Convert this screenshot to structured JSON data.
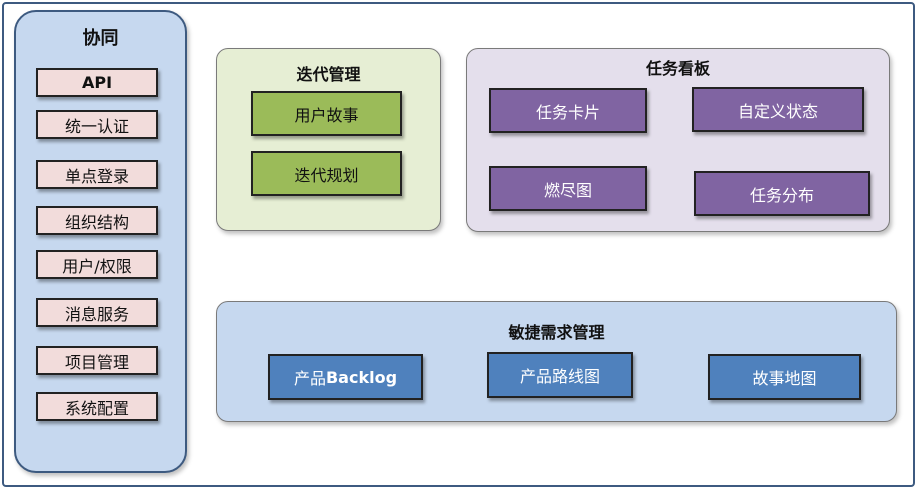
{
  "sidebar": {
    "title": "协同",
    "items": [
      "API",
      "统一认证",
      "单点登录",
      "组织结构",
      "用户/权限",
      "消息服务",
      "项目管理",
      "系统配置"
    ]
  },
  "iteration": {
    "title": "迭代管理",
    "items": [
      "用户故事",
      "迭代规划"
    ]
  },
  "task_board": {
    "title": "任务看板",
    "items": [
      "任务卡片",
      "自定义状态",
      "燃尽图",
      "任务分布"
    ]
  },
  "agile": {
    "title": "敏捷需求管理",
    "items": [
      {
        "prefix": "产品",
        "suffix": "Backlog"
      },
      {
        "prefix": "产品路线图",
        "suffix": ""
      },
      {
        "prefix": "故事地图",
        "suffix": ""
      }
    ]
  },
  "colors": {
    "sidebar_bg": "#c6d8ef",
    "sidebar_item": "#f2dcdb",
    "iteration_bg": "#e6eed4",
    "iteration_item": "#9bbb59",
    "board_bg": "#e4dfec",
    "board_item": "#8064a2",
    "agile_bg": "#c6d8ef",
    "agile_item": "#4f81bd"
  }
}
